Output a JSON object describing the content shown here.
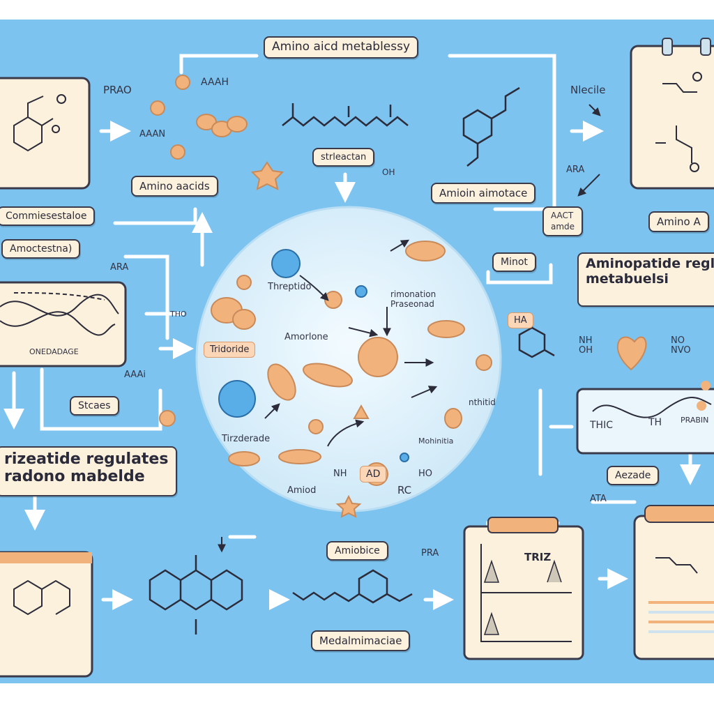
{
  "labels": {
    "title": "Amino aicd metablessy",
    "nlecile": "Nlecile",
    "commies": "Commiesestaloe",
    "amoct": "Amoctestna)",
    "amino_aacids": "Amino aacids",
    "strleactan": "strleactan",
    "amioin_aimotace": "Amioin aimotace",
    "aact": "AACT\namde",
    "amino_a": "Amino A",
    "minot": "Minot",
    "aminopatide": "Aminopatide regl\nmetabuelsi",
    "onedadage": "ONEDADAGE",
    "thrpide": "Threptido",
    "trimonation": "rimonation\nPraseonad",
    "amorlone": "Amorlone",
    "tridoride": "Tridoride",
    "ha": "HA",
    "stcaes": "Stcaes",
    "trizdeade": "Tirzderade",
    "mohinitia": "Mohinitia",
    "nthitid": "nthitid",
    "rizeatide": "rizeatide regulates\nradono mabelde",
    "amiod": "Amiod",
    "ad": "AD",
    "rc": "RC",
    "amiobice": "Amiobice",
    "triz": "TRIZ",
    "aezade": "Aezade",
    "medal": "Medalmimaciae",
    "thic": "THIC",
    "th": "TH",
    "prabin": "PRABIN",
    "praao": "PRAO",
    "aaah": "AAAH",
    "aaan": "AAAN",
    "ara_a": "ARA",
    "ara_b": "ARA",
    "aaai": "AAAi",
    "ath": "ATA",
    "nh_oh": "NH\nOH",
    "no_nvo": "NO\nNVO",
    "oh_t": "OH",
    "tho": "THO",
    "pra2": "PRA",
    "nh_ad": "NH",
    "hd_ho": "HO"
  },
  "colors": {
    "background": "#7cc3f0",
    "panel": "#fbf1dc",
    "circle": "#dff1fb",
    "orange": "#f2b27c",
    "blue_node": "#5aaee8",
    "heart": "#f3b27c",
    "arrow": "#ffffff",
    "ink": "#2b2b3a"
  }
}
